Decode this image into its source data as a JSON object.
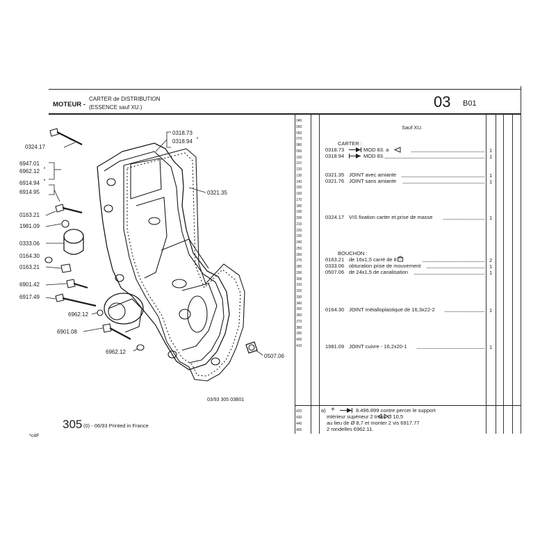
{
  "header": {
    "section": "MOTEUR -",
    "title_line1": "CARTER de DISTRIBUTION",
    "title_line2": "(ESSENCE sauf XU.)",
    "group": "03",
    "subgroup": "B01"
  },
  "row_numbers": [
    "040",
    "050",
    "060",
    "070",
    "080",
    "090",
    "100",
    "110",
    "120",
    "130",
    "140",
    "150",
    "160",
    "170",
    "180",
    "190",
    "200",
    "210",
    "220",
    "230",
    "240",
    "250",
    "260",
    "270",
    "280",
    "290",
    "300",
    "310",
    "320",
    "330",
    "340",
    "350",
    "360",
    "370",
    "380",
    "390",
    "400",
    "410"
  ],
  "row_numbers_bottom": [
    "420",
    "430",
    "440",
    "450"
  ],
  "parts_list": {
    "heading": "Sauf XU.",
    "group_carter": "CARTER :",
    "group_bouchon": "BOUCHON :",
    "rows": [
      {
        "ref": "0318.73",
        "desc": "MOD 83.  a",
        "qty": "1"
      },
      {
        "ref": "0318.94",
        "desc": "MOD 83.",
        "qty": "1"
      },
      {
        "ref": "0321.35",
        "desc": "JOINT avec amiante",
        "qty": "1"
      },
      {
        "ref": "0321.76",
        "desc": "JOINT sans amiante",
        "qty": "1"
      },
      {
        "ref": "0324.17",
        "desc": "VIS fixation carter et prise de masse",
        "qty": "1"
      },
      {
        "ref": "0163.21",
        "desc": "de 16x1,5 carré     de 8",
        "qty": "2"
      },
      {
        "ref": "0333.06",
        "desc": "obturation prise de mouvement",
        "qty": "1"
      },
      {
        "ref": "0507.06",
        "desc": "de 24x1,5 de canalisation",
        "qty": "1"
      },
      {
        "ref": "0164.30",
        "desc": "JOINT métalloplastique de 16,3x22-2",
        "qty": "1"
      },
      {
        "ref": "1981.09",
        "desc": "JOINT cuivre - 16,2x20-1",
        "qty": "1"
      }
    ]
  },
  "note": {
    "marker": "a)",
    "line1": "8.496.899 contre percer le support",
    "line2": "intérieur supérieur      2 trous  Ø  10,5",
    "line3": "au lieu de  Ø  8,7 et monter 2 vis 6917.77",
    "line4": "2 rondelles 6962.11."
  },
  "callouts": {
    "c0324_17": "0324.17",
    "c6947_01": "6947.01",
    "c6962_12a": "6962.12",
    "c6914_94": "6914.94",
    "c6914_95": "6914.95",
    "c0163_21a": "0163.21",
    "c1981_09": "1981.09",
    "c0333_06": "0333.06",
    "c0164_30": "0164.30",
    "c0163_21b": "0163.21",
    "c6901_42": "6901.42",
    "c6917_49": "6917.49",
    "c6962_12b": "6962.12",
    "c6901_08": "6901.08",
    "c6962_12c": "6962.12",
    "c0318_73": "0318.73",
    "c0318_94": "0318.94",
    "c0321_35": "0321.35",
    "c0507_06": "0507.06"
  },
  "diagram_code": "03/93  305  03B01",
  "footer": {
    "model": "305",
    "suffix": "(0) - 06/93 Printed in France",
    "corner_code": "*c4F"
  }
}
